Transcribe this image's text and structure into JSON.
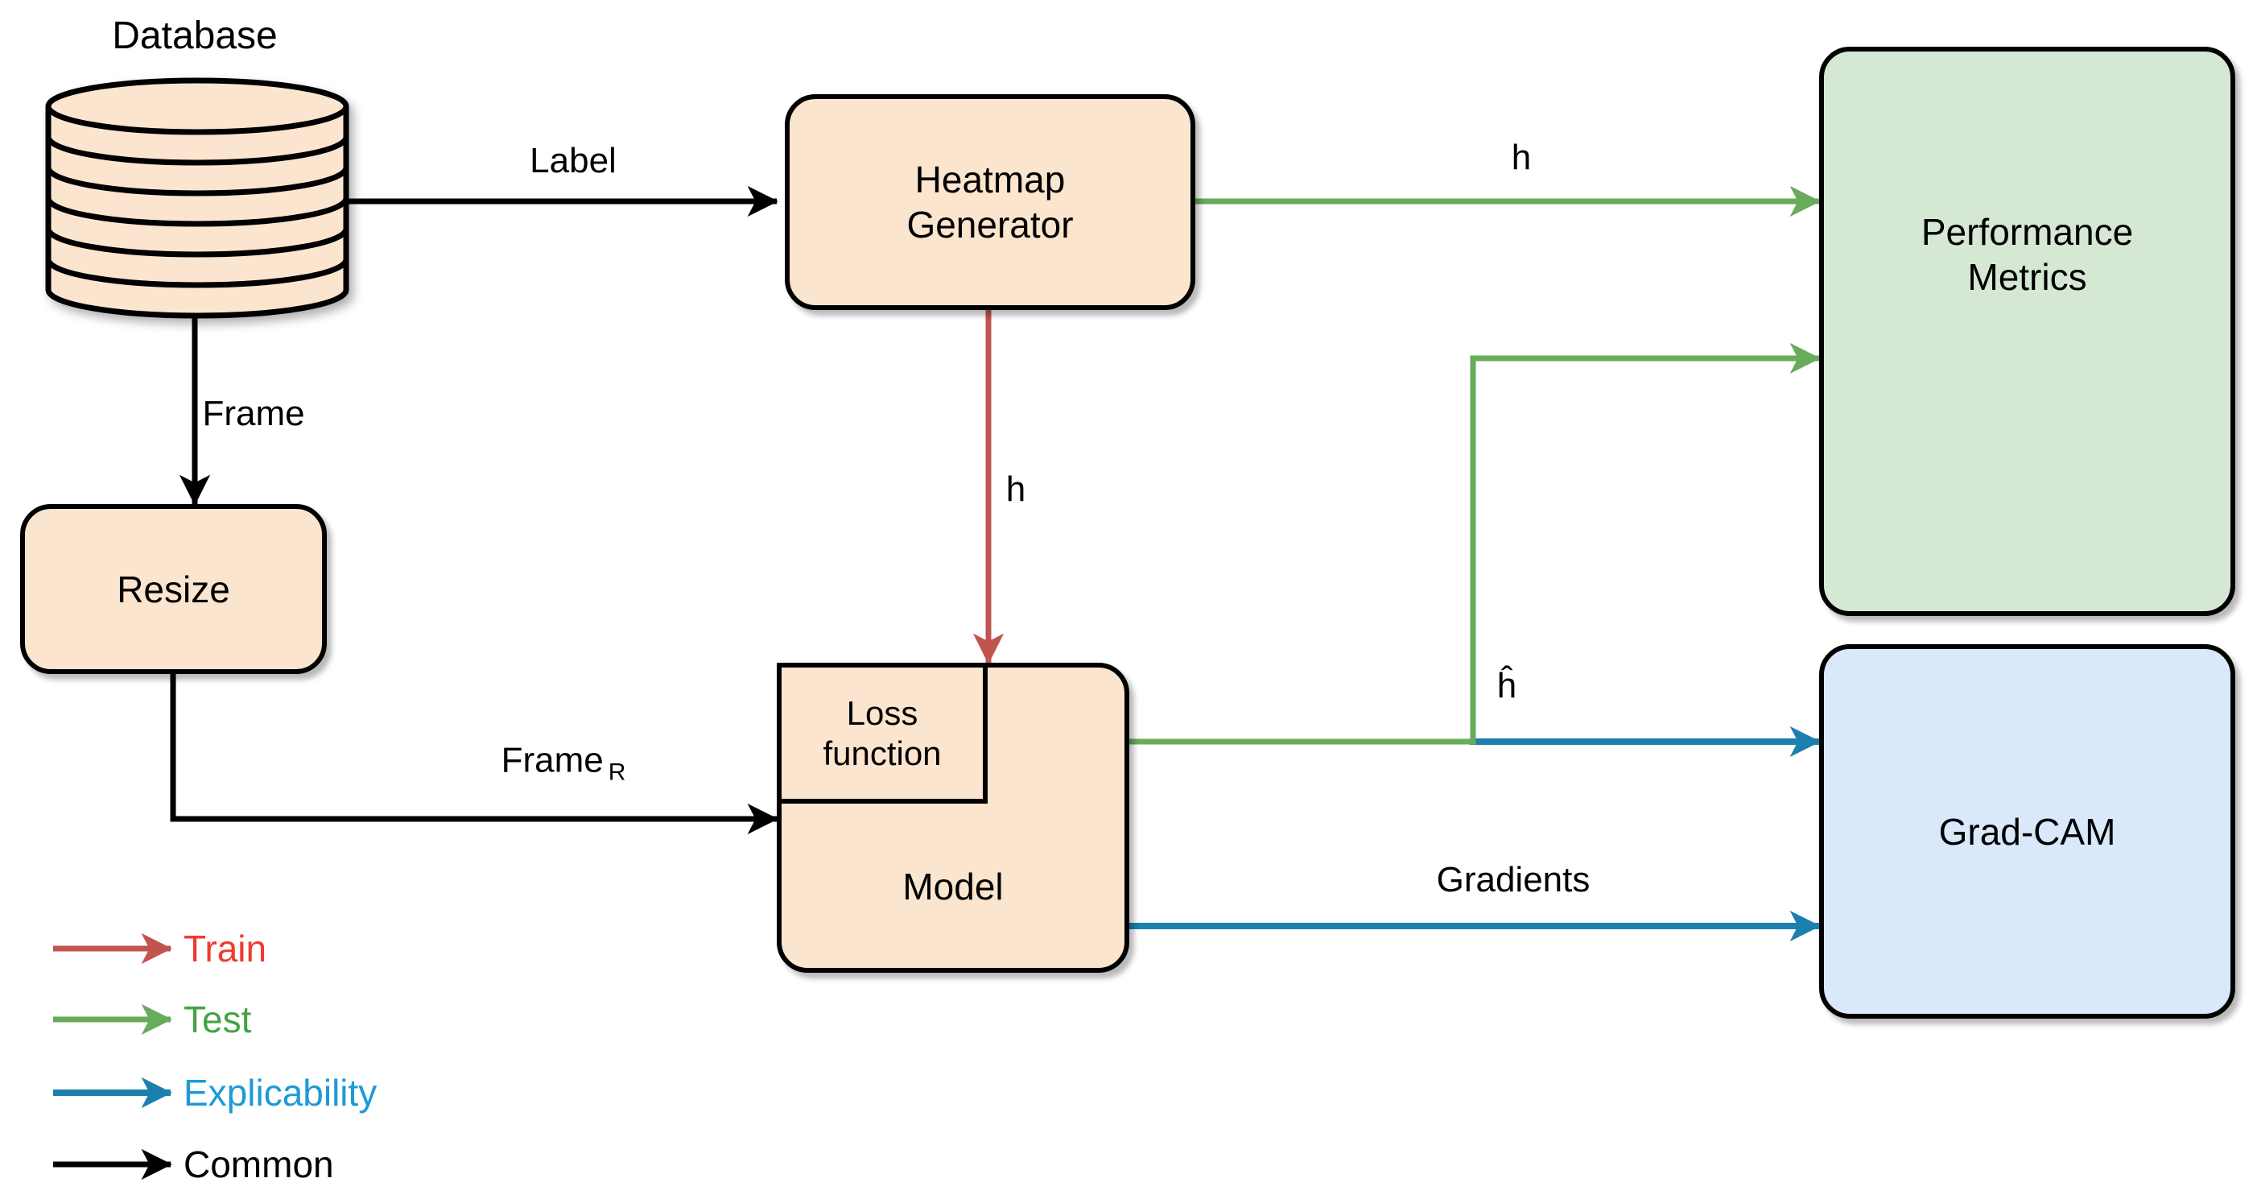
{
  "nodes": {
    "database": {
      "label": "Database"
    },
    "heatmap_generator": {
      "line1": "Heatmap",
      "line2": "Generator"
    },
    "resize": {
      "label": "Resize"
    },
    "loss_function": {
      "line1": "Loss",
      "line2": "function"
    },
    "model": {
      "label": "Model"
    },
    "performance_metrics": {
      "line1": "Performance",
      "line2": "Metrics"
    },
    "grad_cam": {
      "label": "Grad-CAM"
    }
  },
  "edge_labels": {
    "label": "Label",
    "frame": "Frame",
    "frame_r_base": "Frame",
    "frame_r_sub": "R",
    "h_train": "h",
    "h_test": "h",
    "h_hat": "ĥ",
    "gradients": "Gradients"
  },
  "legend": [
    {
      "label": "Train"
    },
    {
      "label": "Test"
    },
    {
      "label": "Explicability"
    },
    {
      "label": "Common"
    }
  ],
  "colors": {
    "peach": "#fbe5cf",
    "green-fill": "#d5e8d4",
    "blue-fill": "#dae8fc",
    "ink": "#000000",
    "train": "#c0544f",
    "test": "#67ab5b",
    "explain": "#1b80ad",
    "train-text": "#f13a2e",
    "test-text": "#43a346",
    "explain-text": "#1d9ad6"
  }
}
